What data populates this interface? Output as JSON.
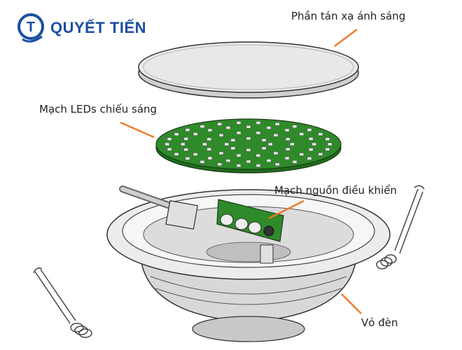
{
  "brand": {
    "name": "QUYẾT TIẾN",
    "logo_letter": "T",
    "color": "#1a4fa0"
  },
  "labels": {
    "diffuser": "Phần tán xạ ánh sáng",
    "leds": "Mạch LEDs chiếu sáng",
    "driver": "Mạch nguồn điều khiển",
    "housing": "Vỏ đèn"
  },
  "colors": {
    "leader": "#f07a28",
    "pcb": "#2f8a2a",
    "diffuser": "#e6e6e6",
    "outline": "#333333"
  }
}
